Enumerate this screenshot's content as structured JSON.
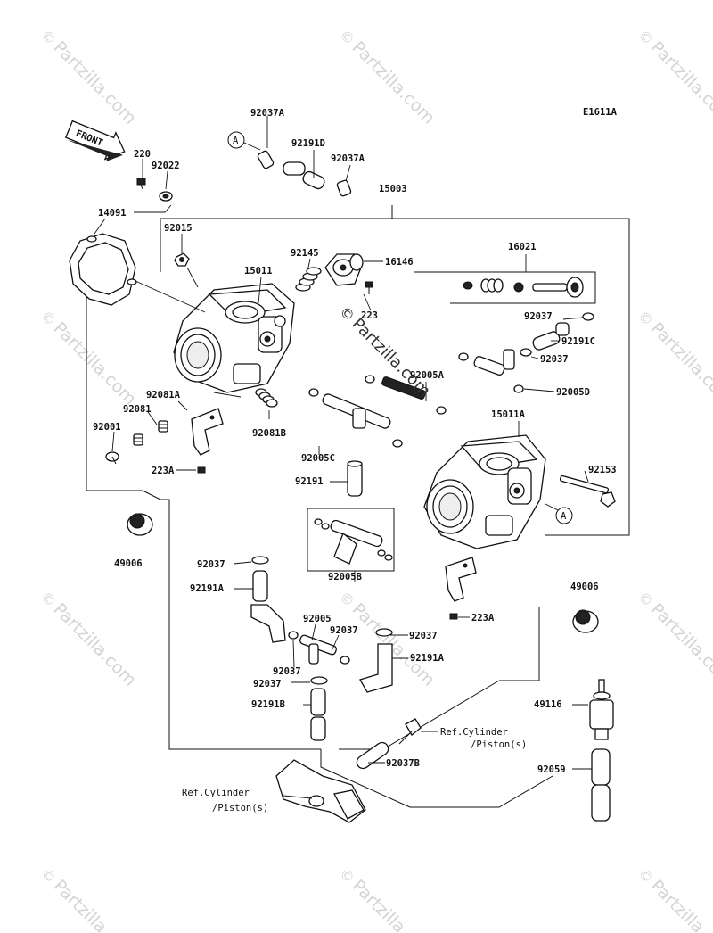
{
  "diagram_code": "E1611A",
  "front_label": "FRONT",
  "callout_a": "A",
  "watermark": "Partzilla.com",
  "watermark_symbol": "©",
  "parts": {
    "p92037A_top": "92037A",
    "p92191D": "92191D",
    "p92037A_right": "92037A",
    "p220": "220",
    "p92022": "92022",
    "p15003": "15003",
    "p14091": "14091",
    "p92015": "92015",
    "p15011": "15011",
    "p92145": "92145",
    "p16146": "16146",
    "p16021": "16021",
    "p223": "223",
    "p92037_r1": "92037",
    "p92191C": "92191C",
    "p92037_r2": "92037",
    "p92005A": "92005A",
    "p92005D": "92005D",
    "p15011A": "15011A",
    "p92081A": "92081A",
    "p92081": "92081",
    "p92001": "92001",
    "p92081B": "92081B",
    "p92005C": "92005C",
    "p223A_left": "223A",
    "p92191": "92191",
    "p92153": "92153",
    "p49006_left": "49006",
    "p92037_l": "92037",
    "p92191A_left": "92191A",
    "p92005B": "92005B",
    "p49006_right": "49006",
    "p223A_right": "223A",
    "p92005": "92005",
    "p92037_m1": "92037",
    "p92037_m2": "92037",
    "p92037_m3": "92037",
    "p92191A_right": "92191A",
    "p92037_m4": "92037",
    "p92191B": "92191B",
    "p49116": "49116",
    "p92037B": "92037B",
    "p92059": "92059"
  },
  "refs": {
    "ref1_line1": "Ref.Cylinder",
    "ref1_line2": "/Piston(s)",
    "ref2_line1": "Ref.Cylinder",
    "ref2_line2": "/Piston(s)"
  }
}
